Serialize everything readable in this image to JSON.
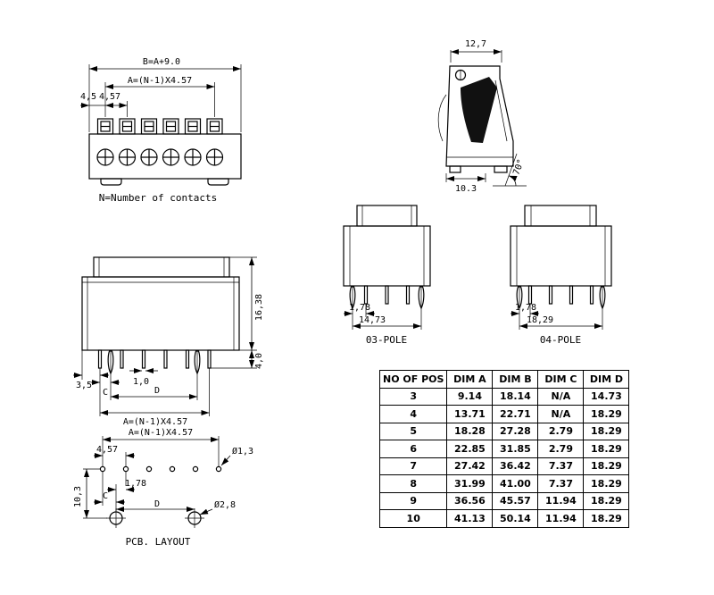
{
  "front_view": {
    "dim_b": "B=A+9.0",
    "dim_a": "A=(N-1)X4.57",
    "dim_left_margin": "4,5",
    "dim_pitch": "4,57",
    "note": "N=Number of contacts"
  },
  "side_view": {
    "dim_width": "12,7",
    "dim_depth": "10.3",
    "dim_angle": "70°"
  },
  "section_view": {
    "dim_height": "16,38",
    "dim_pin_length": "4,0",
    "dim_edge": "3,5",
    "dim_c": "C",
    "dim_pin_width": "1,0",
    "dim_d": "D",
    "dim_a": "A=(N-1)X4.57"
  },
  "pole3_view": {
    "label": "03-POLE",
    "dim_offset": "1,78",
    "dim_span": "14,73"
  },
  "pole4_view": {
    "label": "04-POLE",
    "dim_offset": "1,78",
    "dim_span": "18,29"
  },
  "pcb_view": {
    "label": "PCB. LAYOUT",
    "dim_a": "A=(N-1)X4.57",
    "dim_pitch": "4,57",
    "dim_offset": "1,78",
    "dim_row_gap": "10,3",
    "dim_c": "C",
    "dim_d": "D",
    "dim_small_hole": "Ø1,3",
    "dim_big_hole": "Ø2,8"
  },
  "table": {
    "headers": [
      "NO OF POS",
      "DIM A",
      "DIM B",
      "DIM C",
      "DIM D"
    ],
    "rows": [
      [
        "3",
        "9.14",
        "18.14",
        "N/A",
        "14.73"
      ],
      [
        "4",
        "13.71",
        "22.71",
        "N/A",
        "18.29"
      ],
      [
        "5",
        "18.28",
        "27.28",
        "2.79",
        "18.29"
      ],
      [
        "6",
        "22.85",
        "31.85",
        "2.79",
        "18.29"
      ],
      [
        "7",
        "27.42",
        "36.42",
        "7.37",
        "18.29"
      ],
      [
        "8",
        "31.99",
        "41.00",
        "7.37",
        "18.29"
      ],
      [
        "9",
        "36.56",
        "45.57",
        "11.94",
        "18.29"
      ],
      [
        "10",
        "41.13",
        "50.14",
        "11.94",
        "18.29"
      ]
    ]
  }
}
